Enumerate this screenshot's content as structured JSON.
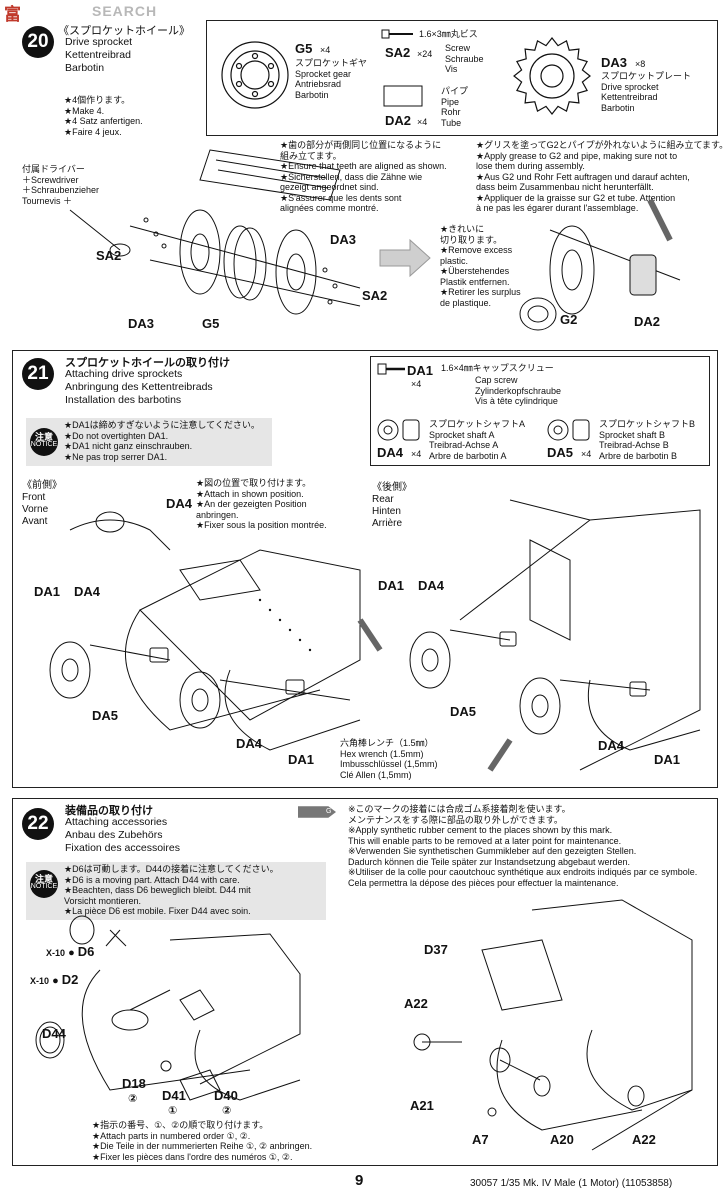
{
  "watermark": "SEARCH",
  "watermark_cjk": "富",
  "page_number": "9",
  "footer": "30057  1/35 Mk. IV Male (1 Motor) (11053858)",
  "step20": {
    "number": "20",
    "title_jp": "《スプロケットホイール》",
    "title_en": "Drive sprocket",
    "title_de": "Kettentreibrad",
    "title_fr": "Barbotin",
    "make4": "★4個作ります。\n★Make 4.\n★4 Satz anfertigen.\n★Faire 4 jeux.",
    "g5_label": "G5",
    "g5_qty": "×4",
    "g5_desc": "スプロケットギヤ\nSprocket gear\nAntriebsrad\nBarbotin",
    "sa2_spec": "1.6×3㎜丸ビス",
    "sa2_label": "SA2",
    "sa2_qty": "×24",
    "sa2_desc": "Screw\nSchraube\nVis",
    "da2_label": "DA2",
    "da2_qty": "×4",
    "da2_desc": "パイプ\nPipe\nRohr\nTube",
    "da3_label": "DA3",
    "da3_qty": "×8",
    "da3_desc": "スプロケットプレート\nDrive sprocket\nKettentreibrad\nBarbotin",
    "screwdriver": "付属ドライバー\n＋Screwdriver\n＋Schraubenzieher\nTournevis ＋",
    "teeth_note": "★歯の部分が両側同じ位置になるように\n組み立てます。\n★Ensure that teeth are aligned as shown.\n★Sicherstellen, dass die Zähne wie\ngezeigt angeordnet sind.\n★S'assurer que les dents sont\nalignées comme montré.",
    "grease_note": "★グリスを塗ってG2とパイプが外れないように組み立てます。\n★Apply grease to G2 and pipe, making sure not to\nlose them during assembly.\n★Aus G2 und Rohr Fett auftragen und darauf achten,\ndass beim Zusammenbau nicht herunterfällt.\n★Appliquer de la graisse sur G2 et tube. Attention\nà ne pas les égarer durant l'assemblage.",
    "plastic_note": "★きれいに\n切り取ります。\n★Remove excess\nplastic.\n★Überstehendes\nPlastik entfernen.\n★Retirer les surplus\nde plastique.",
    "lbl_sa2a": "SA2",
    "lbl_sa2b": "SA2",
    "lbl_da3a": "DA3",
    "lbl_da3b": "DA3",
    "lbl_g5": "G5",
    "lbl_g2": "G2",
    "lbl_da2": "DA2"
  },
  "step21": {
    "number": "21",
    "title_jp": "スプロケットホイールの取り付け",
    "title_en": "Attaching drive sprockets",
    "title_de": "Anbringung des Kettentreibrads",
    "title_fr": "Installation des barbotins",
    "notice_jp": "注意",
    "notice_en": "NOTICE",
    "notice_text": "★DA1は締めすぎないように注意してください。\n★Do not overtighten DA1.\n★DA1 nicht ganz einschrauben.\n★Ne pas trop serrer DA1.",
    "da1_spec": "1.6×4㎜キャップスクリュー",
    "da1_label": "DA1",
    "da1_qty": "×4",
    "da1_desc": "Cap screw\nZylinderkopfschraube\nVis à tête cylindrique",
    "da4_label": "DA4",
    "da4_qty": "×4",
    "da4_desc": "スプロケットシャフトA\nSprocket shaft A\nTreibrad-Achse A\nArbre de barbotin A",
    "da5_label": "DA5",
    "da5_qty": "×4",
    "da5_desc": "スプロケットシャフトB\nSprocket shaft B\nTreibrad-Achse B\nArbre de barbotin B",
    "front": "《前側》\nFront\nVorne\nAvant",
    "rear": "《後側》\nRear\nHinten\nArrière",
    "attach_note": "★図の位置で取り付けます。\n★Attach in shown position.\n★An der gezeigten Position\nanbringen.\n★Fixer sous la position montrée.",
    "hex": "六角棒レンチ（1.5㎜）\nHex wrench (1.5mm)\nImbusschlüssel (1,5mm)\nClé Allen (1,5mm)",
    "lbl_da4_top": "DA4",
    "lbl_da1_l": "DA1",
    "lbl_da4_l": "DA4",
    "lbl_da5_l": "DA5",
    "lbl_da4_lb": "DA4",
    "lbl_da1_lb": "DA1",
    "lbl_da1_r": "DA1",
    "lbl_da4_r": "DA4",
    "lbl_da5_r": "DA5",
    "lbl_da4_rb": "DA4",
    "lbl_da1_rb": "DA1"
  },
  "step22": {
    "number": "22",
    "title_jp": "装備品の取り付け",
    "title_en": "Attaching accessories",
    "title_de": "Anbau des Zubehörs",
    "title_fr": "Fixation des accessoires",
    "cement_note": "※このマークの接着には合成ゴム系接着剤を使います。\nメンテナンスをする際に部品の取り外しができます。\n※Apply synthetic rubber cement to the places shown by this mark.\nThis will enable parts to be removed at a later point for maintenance.\n※Verwenden Sie synthetischen Gummikleber auf den gezeigten Stellen.\nDadurch können die Teile später zur Instandsetzung abgebaut werden.\n※Utiliser de la colle pour caoutchouc synthétique aux endroits indiqués par ce symbole.\nCela permettra la dépose des pièces pour effectuer la maintenance.",
    "g_mark": "G",
    "notice_jp": "注意",
    "notice_en": "NOTICE",
    "notice_text": "★D6は可動します。D44の接着に注意してください。\n★D6 is a moving part. Attach D44 with care.\n★Beachten, dass D6 beweglich bleibt. D44 mit\nVorsicht montieren.\n★La pièce D6 est mobile. Fixer D44 avec soin.",
    "order_note": "★指示の番号、①、②の順で取り付けます。\n★Attach parts in numbered order ①, ②.\n★Die Teile in der nummerierten Reihe ①, ② anbringen.\n★Fixer les pièces dans l'ordre des numéros ①, ②.",
    "x10a": "X-10",
    "x10b": "X-10",
    "lbl_d6": "D6",
    "lbl_d2": "D2",
    "lbl_d44": "D44",
    "lbl_d18": "D18",
    "lbl_d18n": "②",
    "lbl_d41": "D41",
    "lbl_d41n": "①",
    "lbl_d40": "D40",
    "lbl_d40n": "②",
    "lbl_d37": "D37",
    "lbl_a22a": "A22",
    "lbl_a21": "A21",
    "lbl_a7": "A7",
    "lbl_a20": "A20",
    "lbl_a22b": "A22"
  }
}
